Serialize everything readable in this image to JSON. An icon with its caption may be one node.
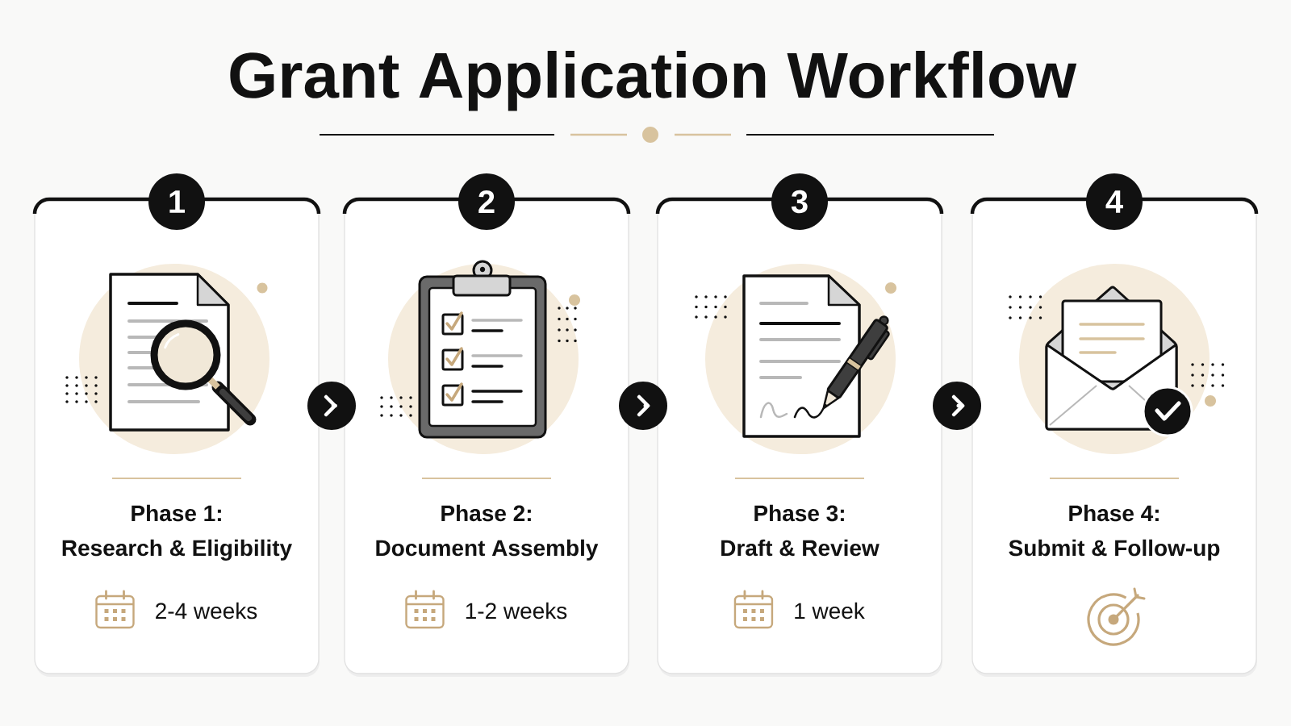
{
  "diagram": {
    "title": "Grant Application Workflow",
    "nodes": [
      {
        "text": [
          "1"
        ]
      },
      {
        "text": [
          "Phase 1:",
          "Research & Eligibility",
          "2-4 weeks"
        ]
      },
      {
        "text": [
          "2"
        ]
      },
      {
        "text": [
          "Phase 2:",
          "Document Assembly",
          "1-2 weeks"
        ]
      },
      {
        "text": [
          "3"
        ]
      },
      {
        "text": [
          "Phase 3:",
          "Draft & Review",
          "1 week"
        ]
      },
      {
        "text": [
          "4"
        ]
      },
      {
        "text": [
          "Phase 4:",
          "Submit & Follow-up"
        ]
      }
    ],
    "edges": [
      {
        "from": 1,
        "to": 3,
        "arrow": "to"
      },
      {
        "from": 3,
        "to": 5,
        "arrow": "to"
      },
      {
        "from": 5,
        "to": 7,
        "arrow": "to"
      }
    ]
  }
}
